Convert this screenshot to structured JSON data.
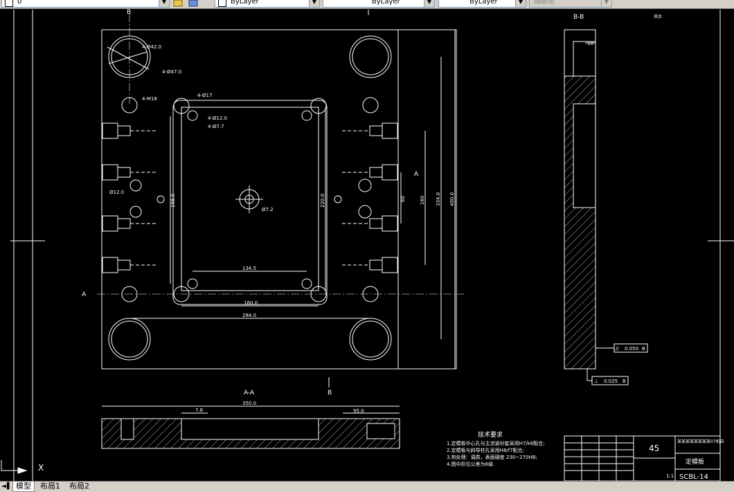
{
  "toolbar": {
    "layer_value": "0",
    "color_value": "ByLayer",
    "linetype_value": "ByLayer",
    "lineweight_value": "ByLayer",
    "plotstyle_value": "随颜色"
  },
  "tabs": [
    "模型",
    "布局1",
    "布局2"
  ],
  "drawing": {
    "section_bb": "B-B",
    "section_aa": "A-A",
    "label_a": "A",
    "label_b": "B",
    "dim_phi42": "4-Ø42.0",
    "dim_phi47": "4-Ø47.0",
    "dim_m16": "4-M16",
    "dim_phi17": "4-Ø17",
    "dim_phi12": "4-Ø12.0",
    "dim_phi7": "4-Ø7.7",
    "dim_120": "Ø12.0",
    "dim_phi7b": "Ø7.2",
    "dim_1345": "134.5",
    "dim_1600": "160.0",
    "dim_2840": "284.0",
    "dim_2200": "220.0",
    "dim_1980": "198.0",
    "dim_60": "60",
    "dim_1600v": "160",
    "dim_3340": "334.0",
    "dim_4000": "400.0",
    "dim_3500": "350.0",
    "dim_950": "95.0",
    "dim_78": "7.8",
    "dim_10": "10",
    "tech_title": "技术要求",
    "tech_lines": [
      "1.定模板中心孔与主流道衬套采用H7/k6配合;",
      "2.定模板与斜导柱孔采用H8/f7配合;",
      "3.热处理：调质，表面硬度  230~270HB;",
      "4.图中形位公差为6级."
    ],
    "tol_parallel": "0.050",
    "tol_perp": "0.025",
    "datum_b": "B",
    "title_number": "45",
    "title_name": "定模板",
    "title_drawing_no": "SCBL-14",
    "title_scale": "1:1",
    "title_school": "某某某某某某某某07机自",
    "title_other": "其余"
  }
}
